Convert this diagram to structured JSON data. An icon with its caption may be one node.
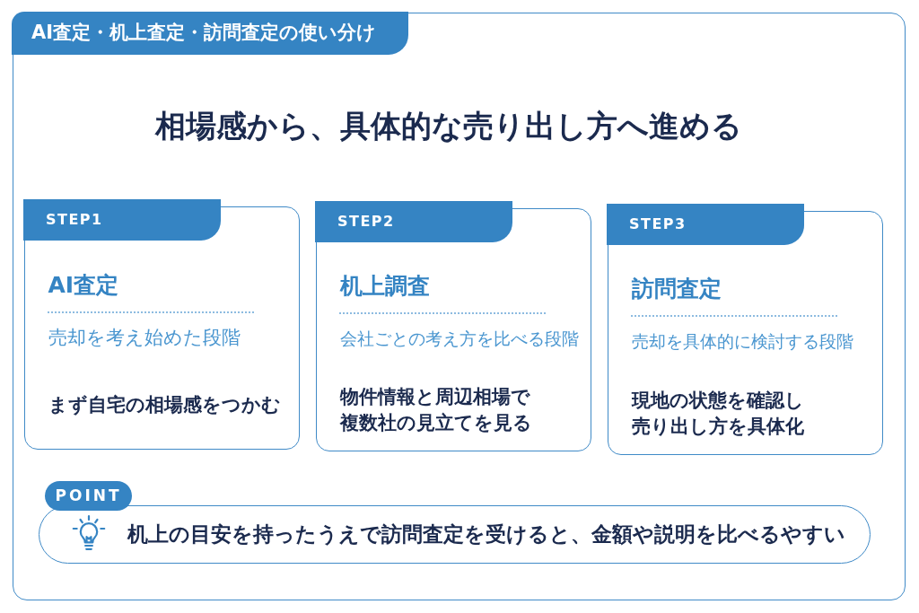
{
  "diagram": {
    "title": "相場感から、具体的な売り出し方へ進める",
    "nodes": [
      {
        "text": [
          "AI査定・机上査定・訪問査定の使い分け"
        ]
      },
      {
        "text": [
          "STEP1",
          "AI査定",
          "売却を考え始めた段階",
          "まず自宅の相場感をつかむ"
        ],
        "in": 0
      },
      {
        "text": [
          "STEP2",
          "机上調査",
          "会社ごとの考え方を比べる段階",
          "物件情報と周辺相場で複数社の見立てを見る"
        ],
        "in": 0
      },
      {
        "text": [
          "STEP3",
          "訪問査定",
          "売却を具体的に検討する段階",
          "現地の状態を確認し売り出し方を具体化"
        ],
        "in": 0
      },
      {
        "text": [
          "POINT",
          "机上の目安を持ったうえで訪問査定を受けると、金額や説明を比べるやすい"
        ],
        "in": 0
      }
    ]
  }
}
